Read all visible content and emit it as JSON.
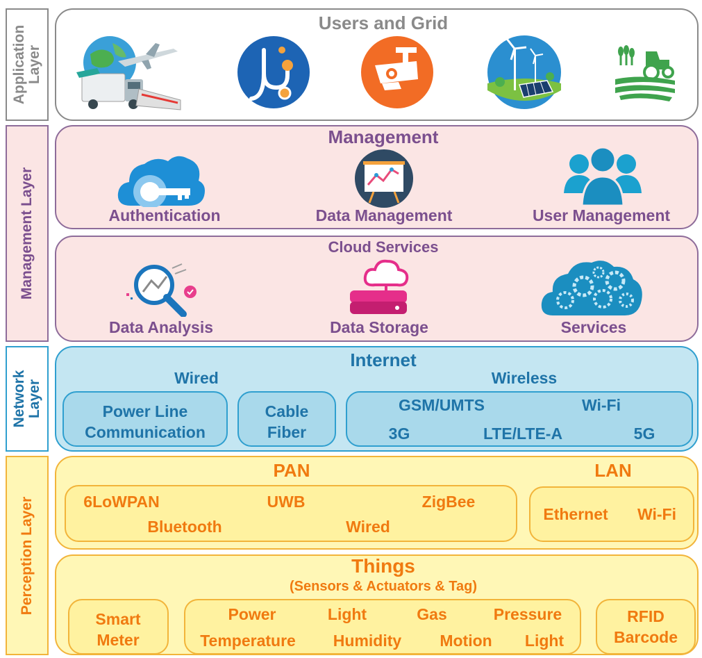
{
  "application": {
    "side_label": "Application\nLayer",
    "title": "Users and Grid",
    "icons": [
      "transportation-icon",
      "healthcare-stethoscope-icon",
      "security-camera-icon",
      "renewable-energy-icon",
      "agriculture-tractor-icon"
    ]
  },
  "management": {
    "side_label": "Management Layer",
    "top": {
      "title": "Management",
      "items": [
        "Authentication",
        "Data Management",
        "User Management"
      ]
    },
    "cloud": {
      "title": "Cloud Services",
      "items": [
        "Data Analysis",
        "Data Storage",
        "Services"
      ]
    }
  },
  "network": {
    "side_label": "Network\nLayer",
    "title": "Internet",
    "wired": {
      "title": "Wired",
      "plc": "Power Line\nCommunication",
      "cable": "Cable\nFiber"
    },
    "wireless": {
      "title": "Wireless",
      "gsm": "GSM/UMTS",
      "wifi": "Wi-Fi",
      "g3": "3G",
      "lte": "LTE/LTE-A",
      "g5": "5G"
    }
  },
  "perception": {
    "side_label": "Perception Layer",
    "pan": {
      "title": "PAN",
      "sixlowpan": "6LoWPAN",
      "uwb": "UWB",
      "zigbee": "ZigBee",
      "bluetooth": "Bluetooth",
      "wired": "Wired"
    },
    "lan": {
      "title": "LAN",
      "ethernet": "Ethernet",
      "wifi": "Wi-Fi"
    },
    "things": {
      "title": "Things",
      "subtitle": "(Sensors & Actuators & Tag)",
      "smart_meter": "Smart\nMeter",
      "power": "Power",
      "light1": "Light",
      "gas": "Gas",
      "pressure": "Pressure",
      "temperature": "Temperature",
      "humidity": "Humidity",
      "motion": "Motion",
      "light2": "Light",
      "rfid": "RFID\nBarcode"
    }
  },
  "colors": {
    "application_border": "#8a8a8a",
    "application_text": "#8a8a8a",
    "management_border": "#8e6c9a",
    "management_text": "#7b4f8e",
    "management_fill": "#fbe5e4",
    "network_border": "#2f9fcf",
    "network_text": "#1f74a8",
    "network_fill": "#c4e6f2",
    "network_sub_fill": "#a9d9eb",
    "perception_border": "#f2b43a",
    "perception_text": "#f07a10",
    "perception_fill": "#fff7b6"
  }
}
